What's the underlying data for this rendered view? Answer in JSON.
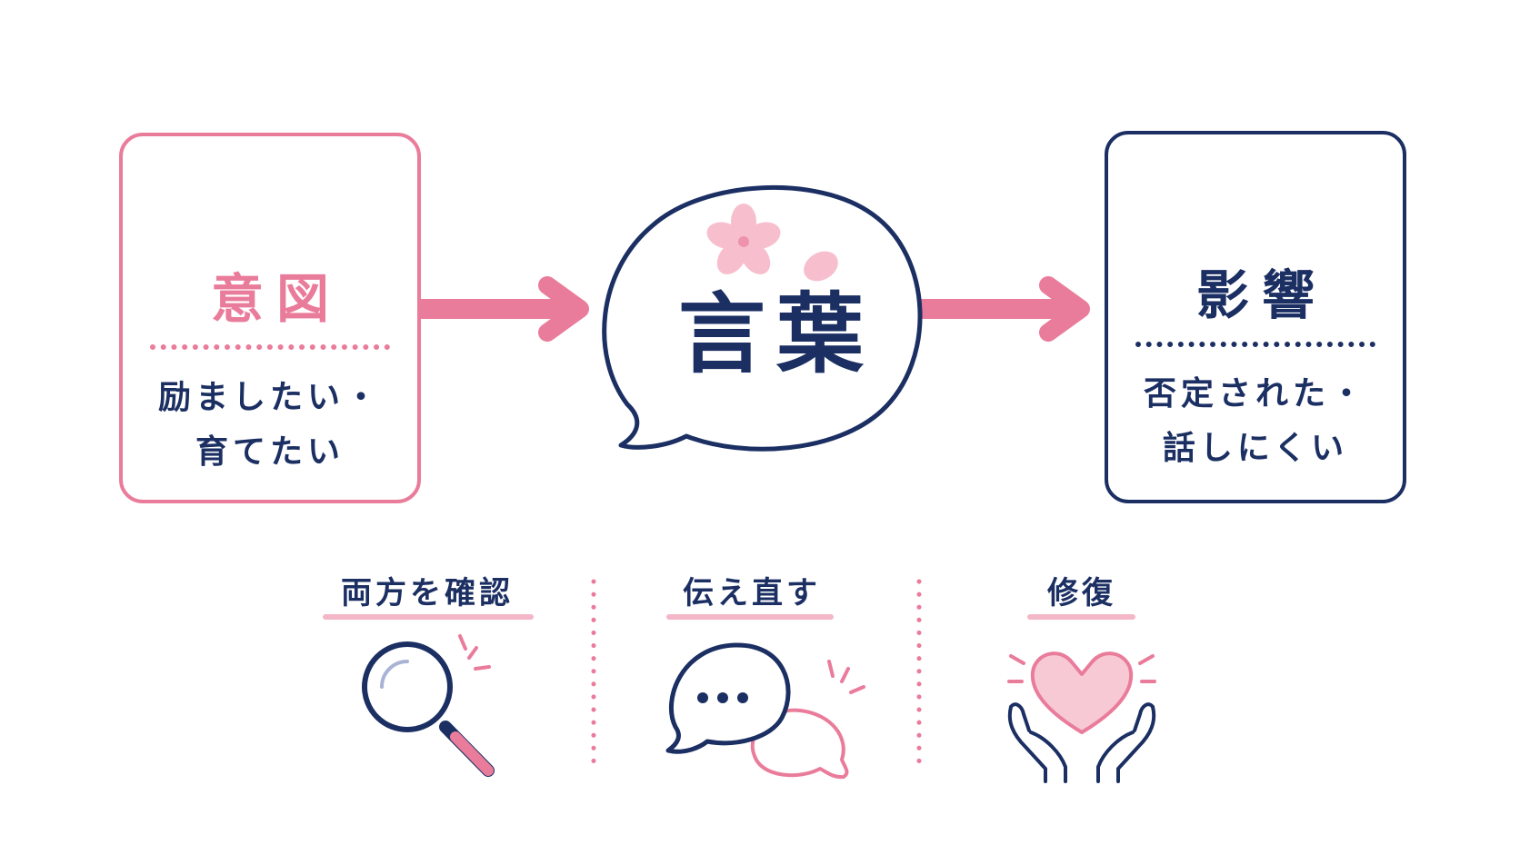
{
  "intent": {
    "title": "意図",
    "line1": "励ましたい・",
    "line2": "育てたい"
  },
  "word": {
    "label": "言葉"
  },
  "impact": {
    "title": "影響",
    "line1": "否定された・",
    "line2": "話しにくい"
  },
  "steps": [
    {
      "label": "両方を確認",
      "icon": "magnifier-icon"
    },
    {
      "label": "伝え直す",
      "icon": "chat-bubbles-icon"
    },
    {
      "label": "修復",
      "icon": "heart-hands-icon"
    }
  ],
  "colors": {
    "pink": "#ea7c9b",
    "navy": "#1b2f63",
    "light_pink": "#f3b7c8"
  }
}
